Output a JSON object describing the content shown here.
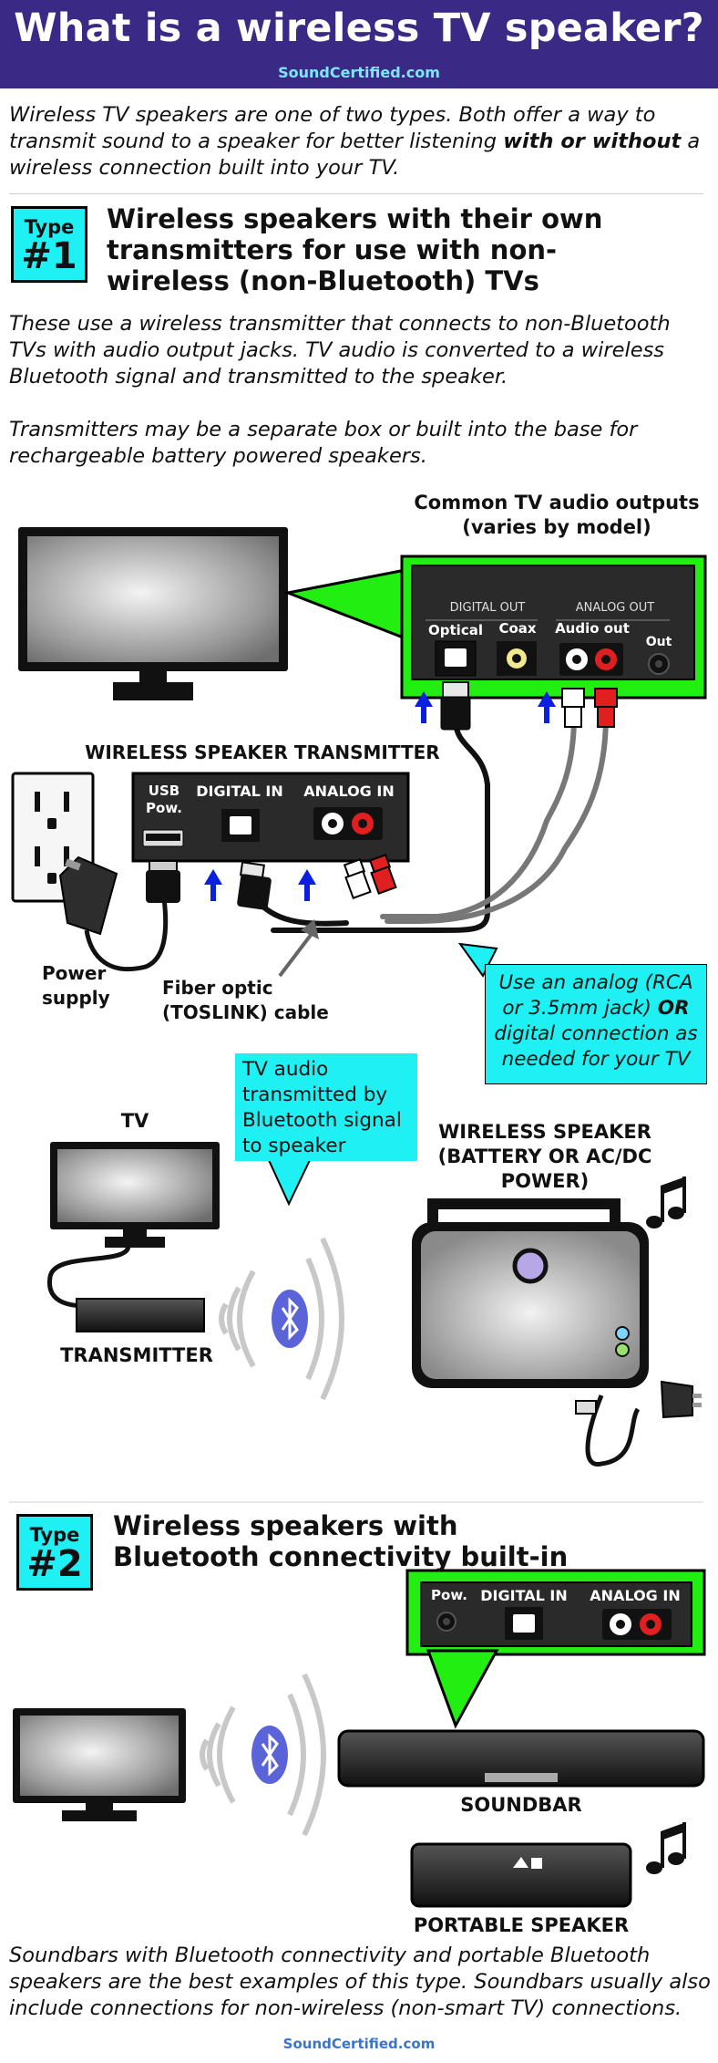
{
  "header": {
    "title": "What is a wireless TV speaker?",
    "site": "SoundCertified.com"
  },
  "intro": {
    "part1": "Wireless TV speakers are one of two types. Both offer a way to transmit sound to a speaker for better listening ",
    "bold": "with or without",
    "part2": " a wireless connection built into your TV."
  },
  "type1": {
    "badge_label": "Type",
    "badge_number": "#1",
    "heading": "Wireless speakers with their own transmitters for use with non-wireless (non-Bluetooth) TVs",
    "para1": "These use a wireless transmitter that connects to non-Bluetooth TVs with audio output jacks. TV audio is converted to a wireless Bluetooth signal and transmitted to the speaker.",
    "para2": "Transmitters may be a separate box or built into the base for rechargeable battery powered speakers."
  },
  "outputs_panel": {
    "title": "Common TV audio outputs (varies by model)",
    "digital_out": "DIGITAL OUT",
    "analog_out": "ANALOG OUT",
    "optical": "Optical",
    "coax": "Coax",
    "audio_out": "Audio out",
    "out": "Out"
  },
  "transmitter": {
    "title": "WIRELESS SPEAKER TRANSMITTER",
    "usb": "USB Pow.",
    "digital_in": "DIGITAL IN",
    "analog_in": "ANALOG IN"
  },
  "labels": {
    "power_supply": "Power supply",
    "fiber_optic": "Fiber optic (TOSLINK) cable",
    "analog_note": "Use an analog (RCA or 3.5mm jack) OR digital connection as needed for your TV",
    "analog_note_lead": "Use an analog (RCA or 3.5mm jack) ",
    "analog_note_bold": "OR",
    "analog_note_tail": " digital connection as needed for your TV",
    "tv": "TV",
    "transmitter": "TRANSMITTER",
    "bt_callout": "TV audio transmitted by Bluetooth signal to speaker",
    "wireless_speaker": "WIRELESS SPEAKER (BATTERY OR AC/DC POWER)"
  },
  "type2": {
    "badge_label": "Type",
    "badge_number": "#2",
    "heading": "Wireless speakers with Bluetooth connectivity built-in",
    "pow": "Pow.",
    "digital_in": "DIGITAL IN",
    "analog_in": "ANALOG IN",
    "soundbar": "SOUNDBAR",
    "portable": "PORTABLE SPEAKER"
  },
  "footer": {
    "text": "Soundbars with Bluetooth connectivity and portable Bluetooth speakers are the best examples of this type. Soundbars usually also include connections for non-wireless (non-smart TV) connections.",
    "site": "SoundCertified.com"
  },
  "colors": {
    "header_bg": "#3a2a86",
    "accent_cyan": "#1ef0f4",
    "accent_green": "#22ee11",
    "bluetooth": "#5a63d8",
    "arrow_blue": "#0a1fe0"
  }
}
